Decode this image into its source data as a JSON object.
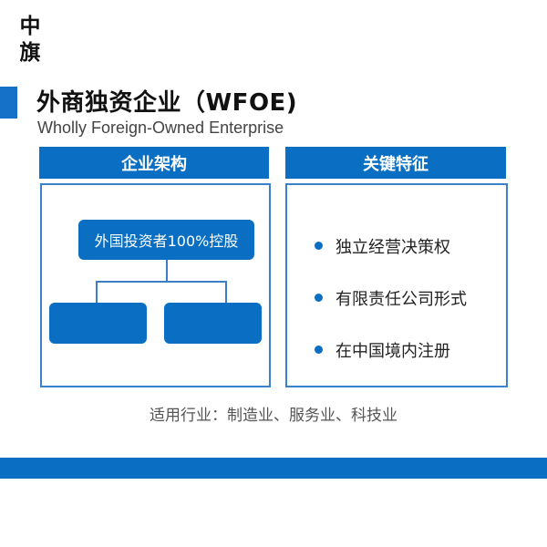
{
  "logo": {
    "chars": [
      "中",
      "旗"
    ]
  },
  "header": {
    "title": "外商独资企业（WFOE)",
    "subtitle": "Wholly Foreign-Owned Enterprise"
  },
  "sections": {
    "left": {
      "title": "企业架构",
      "org_chart": {
        "top_node": "外国投资者100%控股",
        "children": [
          "",
          ""
        ]
      }
    },
    "right": {
      "title": "关键特征",
      "items": [
        "独立经营决策权",
        "有限责任公司形式",
        "在中国境内注册"
      ]
    }
  },
  "footer": {
    "industries": "适用行业：制造业、服务业、科技业"
  },
  "colors": {
    "primary": "#0a6fc2",
    "border": "#3a82cc",
    "text": "#111111",
    "muted": "#555555"
  }
}
